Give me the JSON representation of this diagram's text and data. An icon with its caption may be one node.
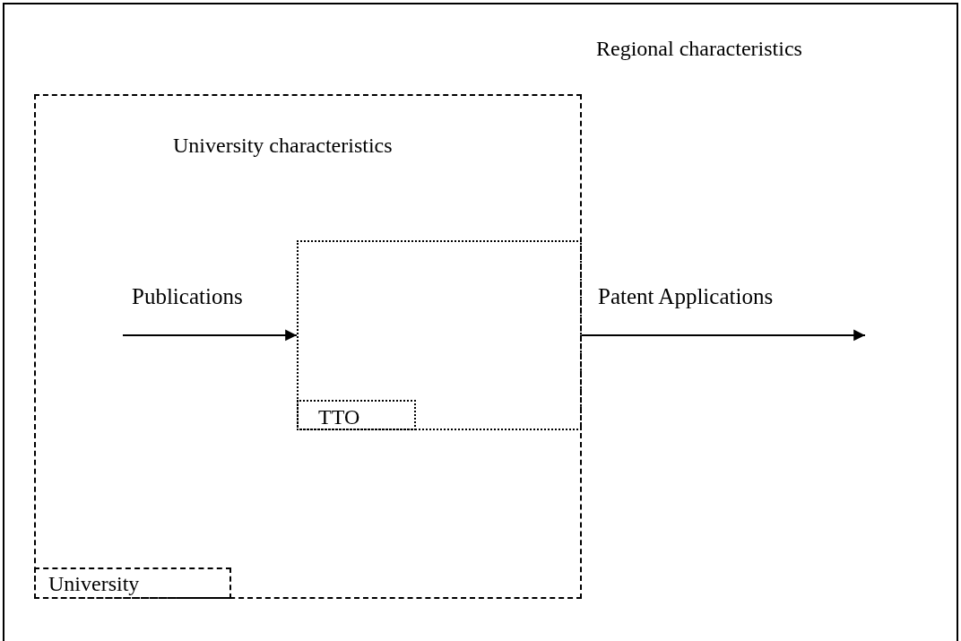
{
  "diagram": {
    "nodes": [
      {
        "text": [
          "Regional characteristics"
        ]
      },
      {
        "text": [
          "University characteristics"
        ],
        "in": 0
      },
      {
        "text": [
          "University"
        ],
        "in": 1
      },
      {
        "text": [],
        "shape": "box",
        "in": 1
      },
      {
        "text": [
          "TTO"
        ],
        "in": 3
      }
    ],
    "edges": [
      {
        "from": null,
        "to": 3,
        "arrow": "to",
        "label": "Publications"
      },
      {
        "from": 3,
        "to": null,
        "arrow": "to",
        "label": "Patent Applications"
      }
    ]
  }
}
